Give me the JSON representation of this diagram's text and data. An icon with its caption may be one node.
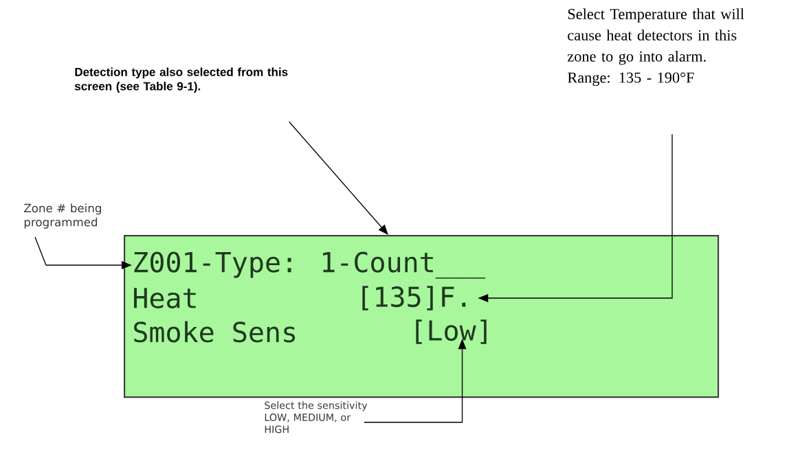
{
  "diagram": {
    "nodes": [
      {
        "text": [],
        "shape": "box"
      },
      {
        "text": [
          "Z001-Type: 1-Count___"
        ],
        "in": 0
      },
      {
        "text": [
          "Heat"
        ],
        "in": 0
      },
      {
        "text": [
          "[135]F."
        ],
        "in": 0
      },
      {
        "text": [
          "Smoke Sens"
        ],
        "in": 0
      },
      {
        "text": [
          "[Low]"
        ],
        "in": 0
      },
      {
        "text": [
          "Zone # being programmed"
        ]
      },
      {
        "text": [
          "Detection type also selected from this screen (see Table 9-1)."
        ]
      },
      {
        "text": [
          "Select Temperature that will cause heat detectors in this zone to go into alarm.",
          "Range: 135 - 190°F"
        ]
      },
      {
        "text": [
          "Select the sensitivity LOW, MEDIUM, or HIGH"
        ]
      }
    ],
    "edges": [
      {
        "from": 6,
        "to": 1,
        "arrow": "to"
      },
      {
        "from": 7,
        "to": 0,
        "arrow": "to"
      },
      {
        "from": 8,
        "to": 3,
        "arrow": "to"
      },
      {
        "from": 9,
        "to": 5,
        "arrow": "to"
      }
    ]
  }
}
